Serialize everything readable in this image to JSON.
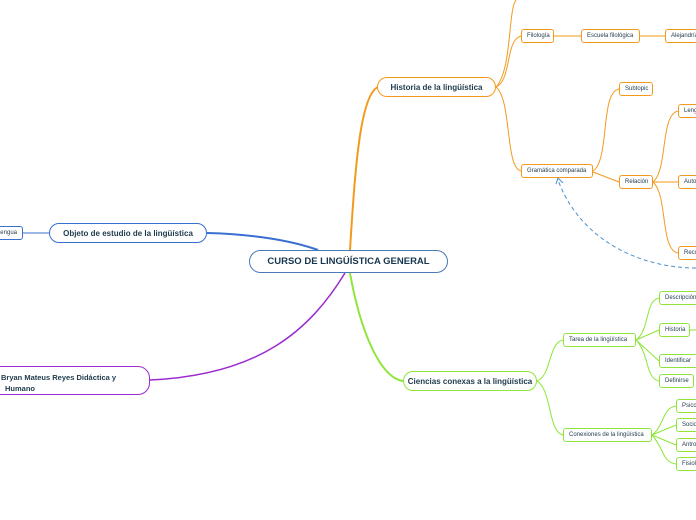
{
  "mindmap": {
    "center": "CURSO DE LINGÜÍSTICA GENERAL",
    "historia": {
      "title": "Historia de la lingüística",
      "filologia": "Filología",
      "escuela": "Escuela filológica",
      "alejandria": "Alejandría",
      "gramatica": "Gramática comparada",
      "subtopic": "Subtopic",
      "relacion": "Relación",
      "lengua": "Lengua",
      "autores": "Autores",
      "reconstruccion": "Reconstrucción"
    },
    "objeto": {
      "title": "Objeto de estudio de la lingüística",
      "lengua": "Lengua"
    },
    "ciencias": {
      "title": "Ciencias conexas a la lingüística",
      "tarea": "Tarea de la lingüística",
      "descripcion": "Descripción",
      "historia": "Historia",
      "identificar": "Identificar",
      "definirse": "Definirse",
      "conexiones": "Conexiones de la lingüística",
      "psico": "Psicología",
      "socio": "Sociología",
      "antro": "Antropología",
      "fisio": "Fisiología"
    },
    "author": {
      "line1": "Bryan Mateus Reyes Didáctica y",
      "line2": "Humano"
    },
    "colors": {
      "orange": "#f39a1e",
      "green": "#8ee63a",
      "blue": "#3a6fd0",
      "purple": "#9b2ad0",
      "center_border": "#4a7ab8"
    }
  }
}
